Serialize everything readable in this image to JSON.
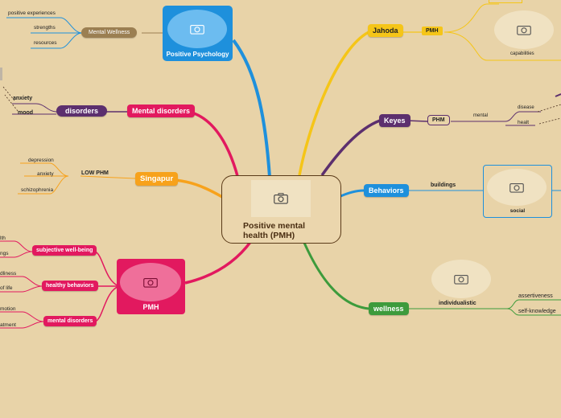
{
  "central": {
    "label": "Positive mental health (PMH)"
  },
  "positive_psychology": {
    "label": "Positive Psychology",
    "hub": "Mental Wellness",
    "items": [
      "positive experiences",
      "strengths",
      "resources"
    ]
  },
  "mental_disorders": {
    "label": "Mental disorders",
    "hub": "disorders",
    "items": [
      "anxiety",
      "mood"
    ]
  },
  "singapore": {
    "label": "Singapur",
    "hub": "LOW PHM",
    "items": [
      "depression",
      "anxiety",
      "schizophrenia"
    ]
  },
  "pmh": {
    "label": "PMH",
    "children": [
      {
        "label": "subjective well-being",
        "items": [
          "lth",
          "ngs"
        ]
      },
      {
        "label": "healthy behaviors",
        "items": [
          "dliness",
          "of life"
        ]
      },
      {
        "label": "mental disorders",
        "items": [
          "motion",
          "atment"
        ]
      }
    ]
  },
  "jahoda": {
    "label": "Jahoda",
    "hub": "PMH",
    "items": [
      "capabilities"
    ]
  },
  "keyes": {
    "label": "Keyes",
    "hub": "PHM",
    "mid": "mental",
    "items": [
      "disease",
      "healt"
    ]
  },
  "behaviors": {
    "label": "Behaviors",
    "hub": "buildings",
    "items": [
      "social"
    ]
  },
  "wellness": {
    "label": "wellness",
    "hub": "individualistic",
    "items": [
      "assertiveness",
      "self-knowledge"
    ]
  },
  "colors": {
    "background": "#e8d3a8",
    "blue": "#1e90dc",
    "pink": "#e2195f",
    "purple": "#5c2f6e",
    "orange": "#f7a21c",
    "yellow": "#f5c518",
    "green": "#3d9b3c",
    "brown": "#9b7f52"
  },
  "icons": {
    "image_placeholder": "camera-icon"
  }
}
